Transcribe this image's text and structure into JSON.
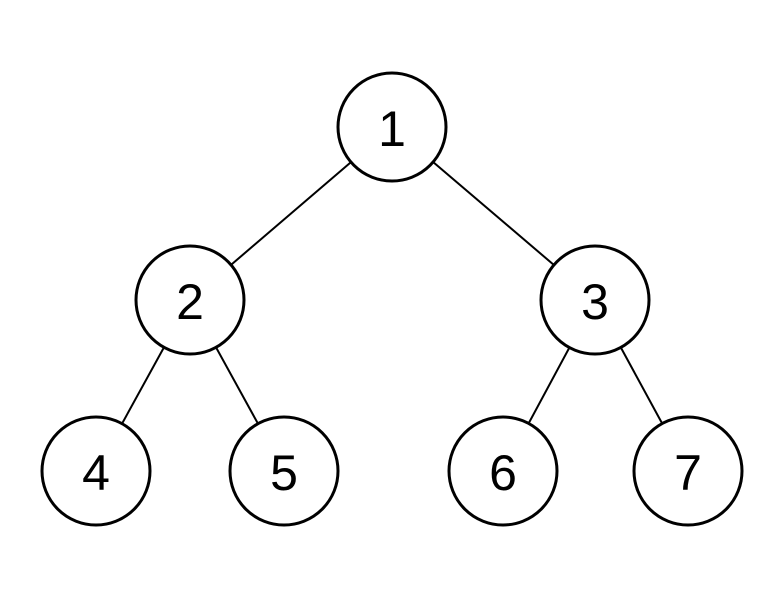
{
  "nodes": [
    {
      "id": "n1",
      "label": "1"
    },
    {
      "id": "n2",
      "label": "2"
    },
    {
      "id": "n3",
      "label": "3"
    },
    {
      "id": "n4",
      "label": "4"
    },
    {
      "id": "n5",
      "label": "5"
    },
    {
      "id": "n6",
      "label": "6"
    },
    {
      "id": "n7",
      "label": "7"
    }
  ],
  "edges": [
    {
      "from": "n1",
      "to": "n2"
    },
    {
      "from": "n1",
      "to": "n3"
    },
    {
      "from": "n2",
      "to": "n4"
    },
    {
      "from": "n2",
      "to": "n5"
    },
    {
      "from": "n3",
      "to": "n6"
    },
    {
      "from": "n3",
      "to": "n7"
    }
  ],
  "colors": {
    "stroke": "#000000",
    "fill": "#ffffff"
  }
}
